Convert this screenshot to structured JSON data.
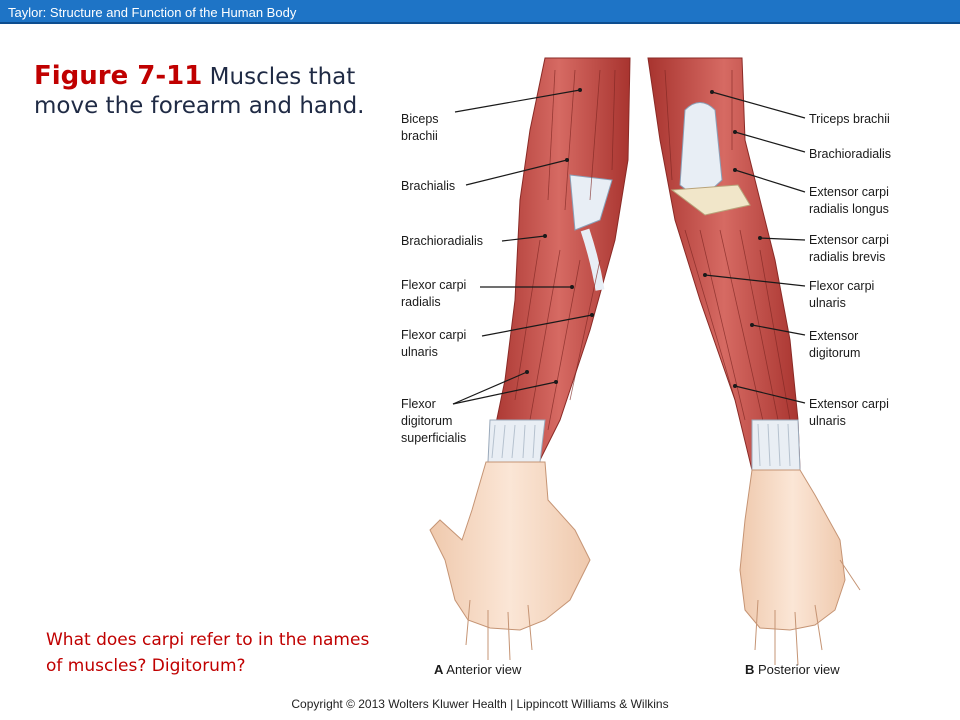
{
  "header": {
    "text": "Taylor: Structure and Function of the Human Body"
  },
  "title": {
    "figure": "Figure 7-11",
    "rest": " Muscles that move the forearm and hand."
  },
  "question": "What does carpi refer to in the names of muscles? Digitorum?",
  "copyright": "Copyright © 2013 Wolters Kluwer Health | Lippincott Williams & Wilkins",
  "anterior": {
    "letter": "A",
    "caption": " Anterior view",
    "labels": [
      [
        "Biceps",
        "brachii"
      ],
      [
        "Brachialis"
      ],
      [
        "Brachioradialis"
      ],
      [
        "Flexor carpi",
        "radialis"
      ],
      [
        "Flexor carpi",
        "ulnaris"
      ],
      [
        "Flexor",
        "digitorum",
        "superficialis"
      ]
    ]
  },
  "posterior": {
    "letter": "B",
    "caption": " Posterior view",
    "labels": [
      [
        "Triceps brachii"
      ],
      [
        "Brachioradialis"
      ],
      [
        "Extensor carpi",
        "radialis longus"
      ],
      [
        "Extensor carpi",
        "radialis brevis"
      ],
      [
        "Flexor carpi",
        "ulnaris"
      ],
      [
        "Extensor",
        "digitorum"
      ],
      [
        "Extensor carpi",
        "ulnaris"
      ]
    ]
  },
  "colors": {
    "header_bar": "#1e74c6",
    "figure_red": "#c00000",
    "muscle": "#c24a46",
    "skin": "#f6dcc6"
  }
}
